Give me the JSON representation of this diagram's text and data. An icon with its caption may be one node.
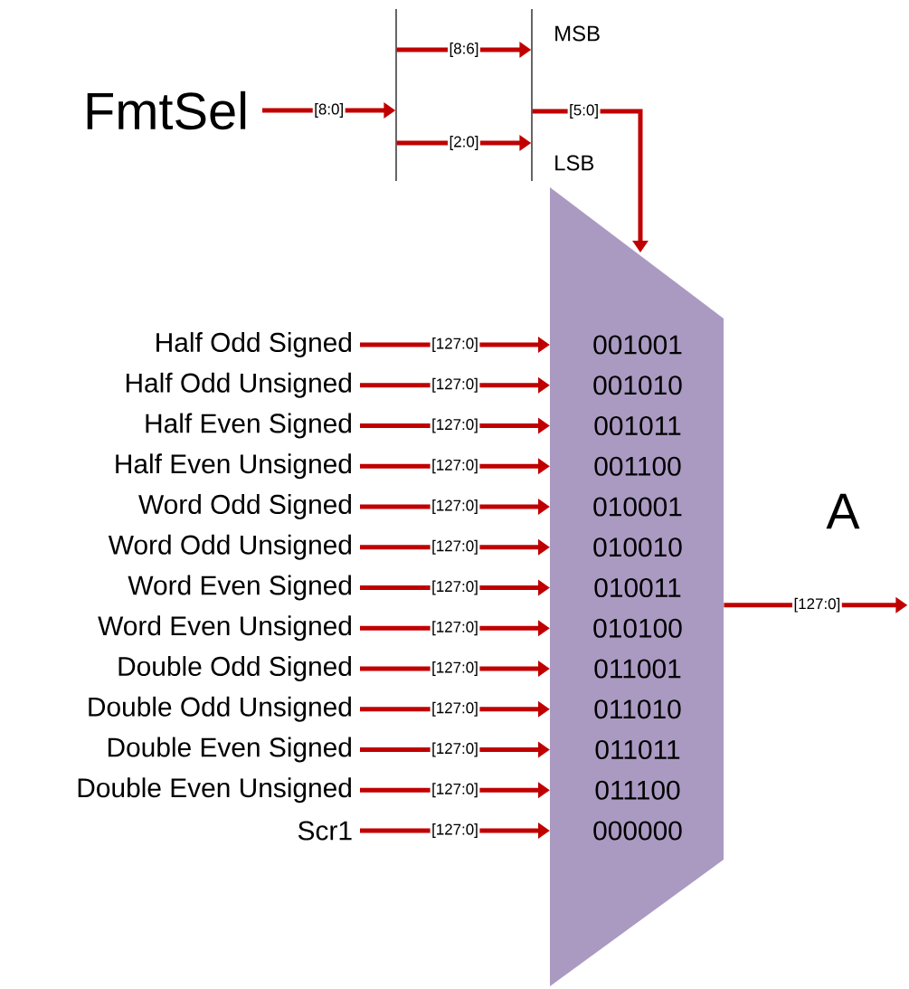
{
  "diagram": {
    "nodes": [
      {
        "text": [
          "FmtSel"
        ]
      },
      {
        "text": [],
        "shape": "bar"
      },
      {
        "text": [],
        "shape": "bar",
        "beside": [
          "MSB",
          "LSB"
        ]
      },
      {
        "text": [
          "001001",
          "001010",
          "001011",
          "001100",
          "010001",
          "010010",
          "010011",
          "010100",
          "011001",
          "011010",
          "011011",
          "011100",
          "000000"
        ]
      },
      {
        "text": [
          "Half Odd Signed"
        ]
      },
      {
        "text": [
          "Half Odd Unsigned"
        ]
      },
      {
        "text": [
          "Half Even Signed"
        ]
      },
      {
        "text": [
          "Half Even Unsigned"
        ]
      },
      {
        "text": [
          "Word Odd Signed"
        ]
      },
      {
        "text": [
          "Word Odd Unsigned"
        ]
      },
      {
        "text": [
          "Word Even Signed"
        ]
      },
      {
        "text": [
          "Word Even Unsigned"
        ]
      },
      {
        "text": [
          "Double Odd Signed"
        ]
      },
      {
        "text": [
          "Double Odd Unsigned"
        ]
      },
      {
        "text": [
          "Double Even Signed"
        ]
      },
      {
        "text": [
          "Double Even Unsigned"
        ]
      },
      {
        "text": [
          "Scr1"
        ]
      }
    ],
    "edges": [
      {
        "from": 0,
        "to": 1,
        "arrow": "to",
        "label": "[8:0]"
      },
      {
        "from": 1,
        "to": 2,
        "arrow": "to",
        "label": "[8:6]"
      },
      {
        "from": 1,
        "to": 2,
        "arrow": "to",
        "label": "[2:0]"
      },
      {
        "from": 2,
        "to": 3,
        "arrow": "to",
        "label": "[5:0]"
      },
      {
        "from": 4,
        "to": 3,
        "arrow": "to",
        "label": "[127:0]"
      },
      {
        "from": 5,
        "to": 3,
        "arrow": "to",
        "label": "[127:0]"
      },
      {
        "from": 6,
        "to": 3,
        "arrow": "to",
        "label": "[127:0]"
      },
      {
        "from": 7,
        "to": 3,
        "arrow": "to",
        "label": "[127:0]"
      },
      {
        "from": 8,
        "to": 3,
        "arrow": "to",
        "label": "[127:0]"
      },
      {
        "from": 9,
        "to": 3,
        "arrow": "to",
        "label": "[127:0]"
      },
      {
        "from": 10,
        "to": 3,
        "arrow": "to",
        "label": "[127:0]"
      },
      {
        "from": 11,
        "to": 3,
        "arrow": "to",
        "label": "[127:0]"
      },
      {
        "from": 12,
        "to": 3,
        "arrow": "to",
        "label": "[127:0]"
      },
      {
        "from": 13,
        "to": 3,
        "arrow": "to",
        "label": "[127:0]"
      },
      {
        "from": 14,
        "to": 3,
        "arrow": "to",
        "label": "[127:0]"
      },
      {
        "from": 15,
        "to": 3,
        "arrow": "to",
        "label": "[127:0]"
      },
      {
        "from": 16,
        "to": 3,
        "arrow": "to",
        "label": "[127:0]"
      },
      {
        "from": 3,
        "to": null,
        "arrow": "to",
        "label": "[127:0]"
      }
    ],
    "labels": [
      "A"
    ]
  }
}
